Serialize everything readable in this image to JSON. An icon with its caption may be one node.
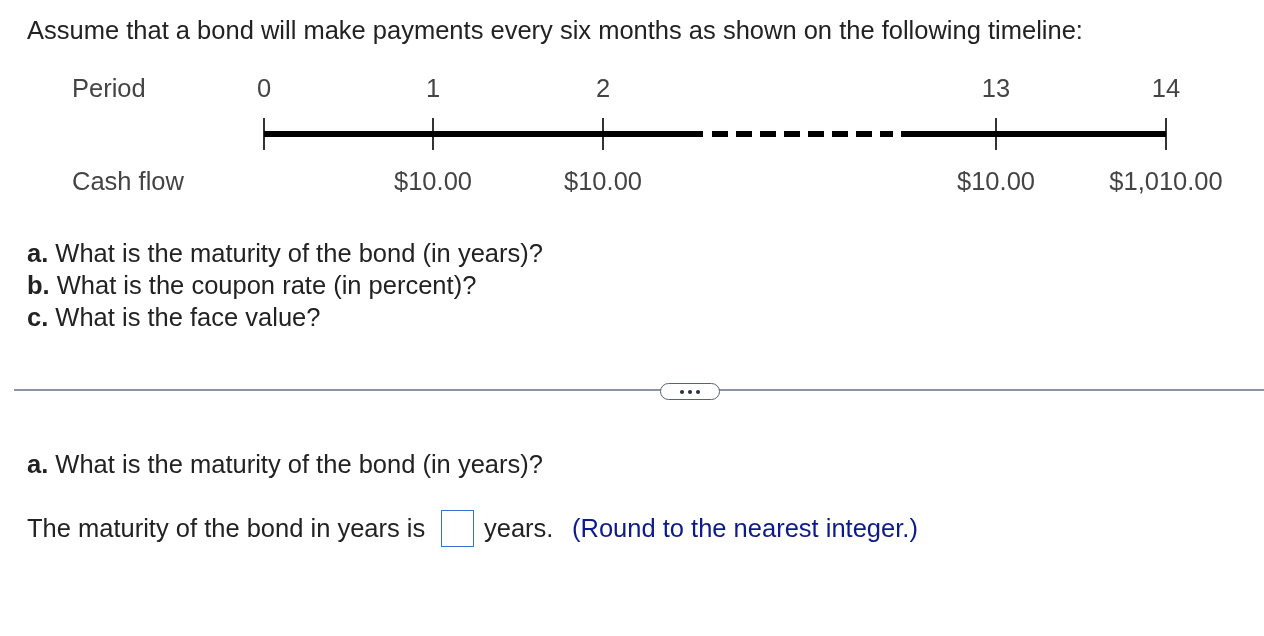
{
  "diagram": {
    "title": "Assume that a bond will make payments every six months as shown on the following timeline:",
    "labels": [
      "Period",
      "0",
      "1",
      "2",
      "13",
      "14",
      "Cash flow",
      "$10.00",
      "$10.00",
      "$10.00",
      "$1,010.00",
      "**a.** What is the maturity of the bond (in years)?",
      "**b.** What is the coupon rate (in percent)?",
      "**c.** What is the face value?",
      "**a.** What is the maturity of the bond (in years)?",
      "The maturity of the bond in years is",
      "years.",
      "(Round to the nearest integer.)"
    ]
  }
}
